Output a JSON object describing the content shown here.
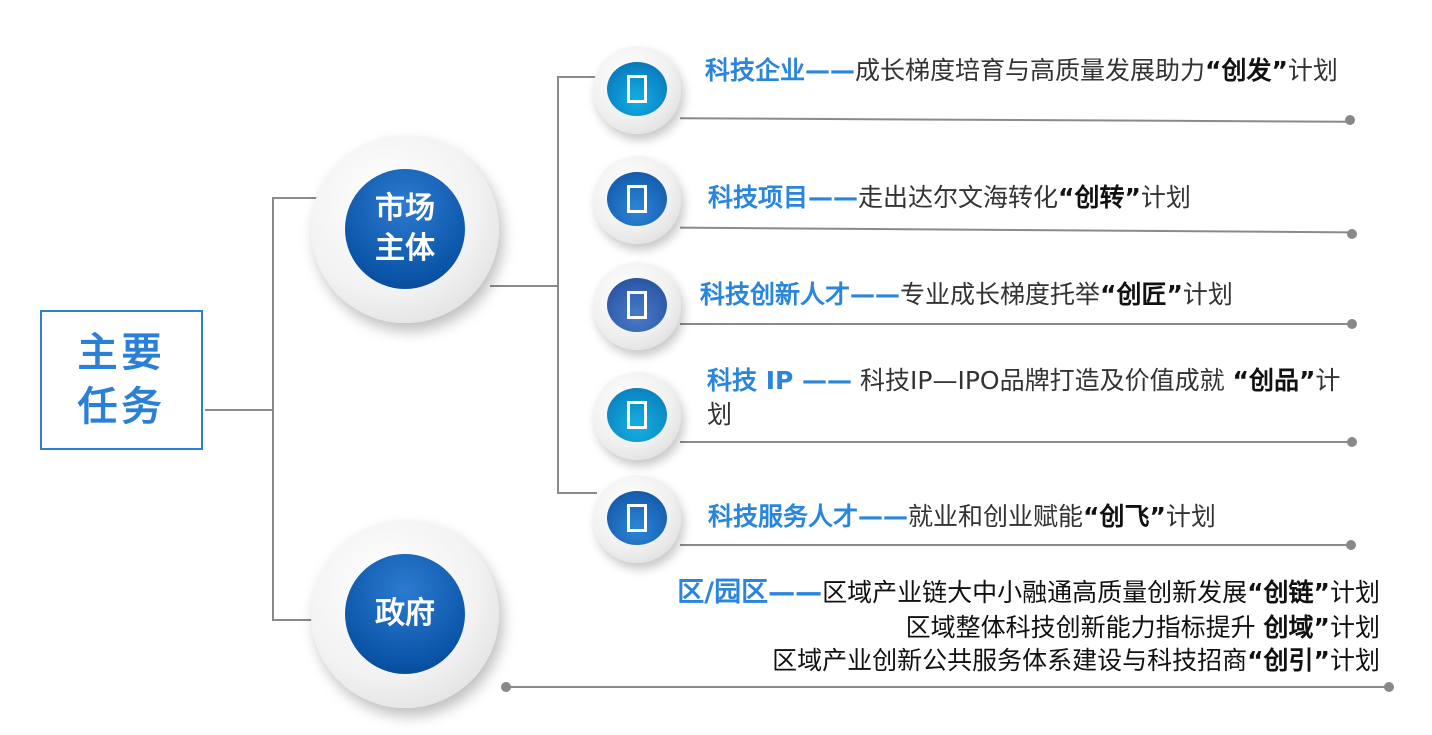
{
  "root": {
    "label": "主要任务",
    "line1": "主要",
    "line2": "任务"
  },
  "branches": {
    "market": {
      "line1": "市场",
      "line2": "主体"
    },
    "government": {
      "label": "政府"
    }
  },
  "items": [
    {
      "icon": "missing-glyph-icon",
      "title": "科技企业——",
      "desc": "成长梯度培育与高质量发展助力",
      "quote_open": "“",
      "key": "创发",
      "quote_close": "”",
      "suffix": "计划"
    },
    {
      "icon": "missing-glyph-icon",
      "title": "科技项目——",
      "desc": "走出达尔文海转化",
      "quote_open": "“",
      "key": "创转",
      "quote_close": "”",
      "suffix": "计划"
    },
    {
      "icon": "missing-glyph-icon",
      "title": "科技创新人才——",
      "desc": "专业成长梯度托举",
      "quote_open": "“",
      "key": "创匠",
      "quote_close": "”",
      "suffix": "计划"
    },
    {
      "icon": "missing-glyph-icon",
      "title": "科技 IP ——",
      "desc": " 科技IP—IPO品牌打造及价值成就 ",
      "quote_open": "“",
      "key": "创品",
      "quote_close": "”",
      "suffix": "计划"
    },
    {
      "icon": "missing-glyph-icon",
      "title": "科技服务人才——",
      "desc": "就业和创业赋能",
      "quote_open": "“",
      "key": "创飞",
      "quote_close": "”",
      "suffix": "计划"
    }
  ],
  "gov": {
    "title": "区/园区——",
    "lines": [
      {
        "desc": "区域产业链大中小融通高质量创新发展",
        "key": "“创链”",
        "suffix": "计划"
      },
      {
        "desc": "区域整体科技创新能力指标提升 ",
        "key": "创域”",
        "suffix": "计划"
      },
      {
        "desc": "区域产业创新公共服务体系建设与科技招商",
        "key": "“创引”",
        "suffix": "计划"
      }
    ]
  },
  "colors": {
    "accent": "#2a86dc",
    "dark_blue": "#0b55a8"
  }
}
